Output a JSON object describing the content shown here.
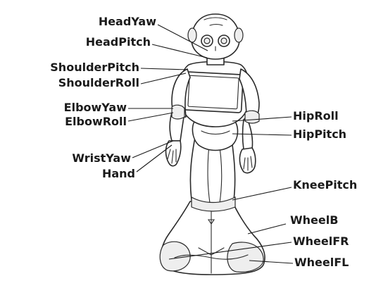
{
  "labels": {
    "head_yaw": "HeadYaw",
    "head_pitch": "HeadPitch",
    "shoulder_pitch": "ShoulderPitch",
    "shoulder_roll": "ShoulderRoll",
    "elbow_yaw": "ElbowYaw",
    "elbow_roll": "ElbowRoll",
    "wrist_yaw": "WristYaw",
    "hand": "Hand",
    "hip_roll": "HipRoll",
    "hip_pitch": "HipPitch",
    "knee_pitch": "KneePitch",
    "wheel_b": "WheelB",
    "wheel_fr": "WheelFR",
    "wheel_fl": "WheelFL"
  },
  "colors": {
    "line": "#2a2a2a",
    "text": "#1a1a1a",
    "background": "#ffffff"
  }
}
